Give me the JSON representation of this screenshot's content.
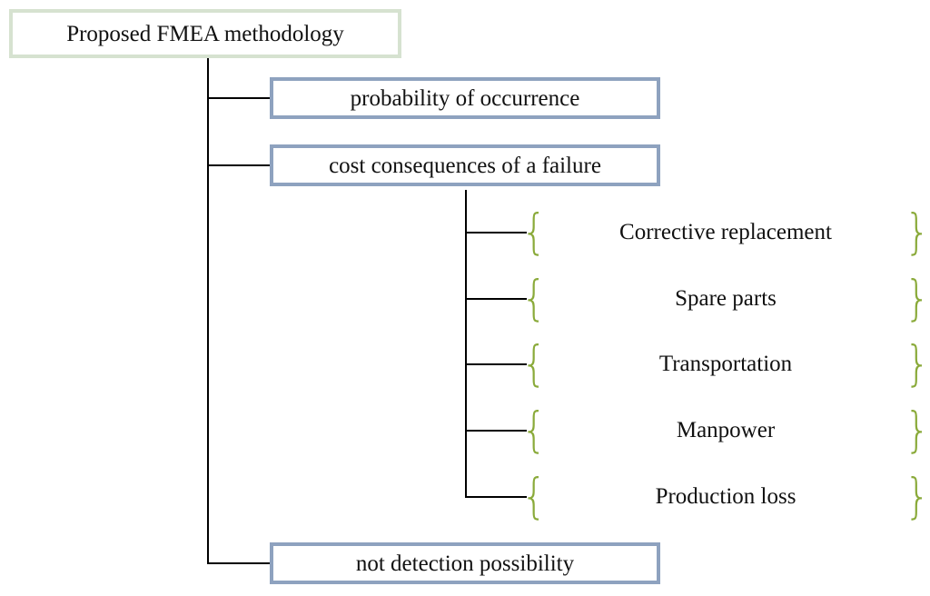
{
  "diagram": {
    "root": {
      "label": "Proposed FMEA methodology"
    },
    "branches": [
      {
        "label": "probability of occurrence"
      },
      {
        "label": "cost consequences of a failure"
      },
      {
        "label": "not detection possibility"
      }
    ],
    "cost_items": [
      "Corrective replacement",
      "Spare parts",
      "Transportation",
      "Manpower",
      "Production loss"
    ]
  },
  "colors": {
    "root_border": "#d6e2d0",
    "branch_border": "#8ea2bf",
    "brace": "#8aaa3a",
    "connector": "#000000"
  }
}
